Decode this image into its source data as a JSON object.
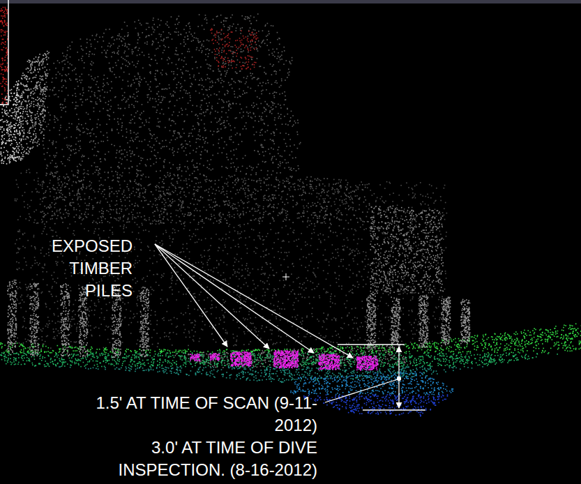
{
  "diagram": {
    "labels": [
      "EXPOSED TIMBER PILES",
      "1.5' AT TIME OF SCAN (9-11-2012)",
      "3.0' AT TIME OF DIVE INSPECTION. (8-16-2012)"
    ]
  }
}
